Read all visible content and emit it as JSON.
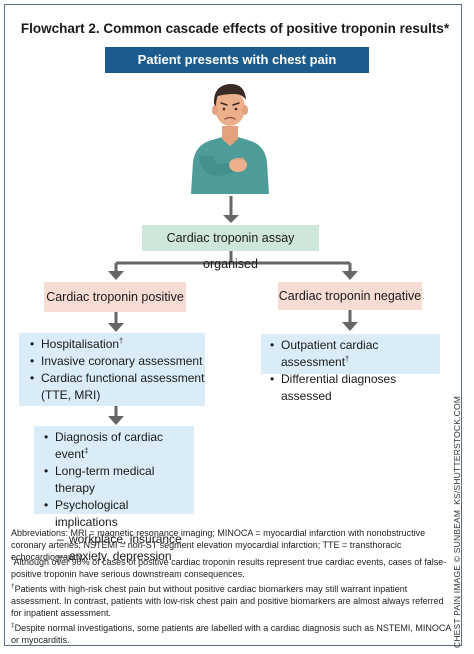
{
  "title": "Flowchart 2. Common cascade effects of positive troponin results*",
  "banner": "Patient presents with chest pain",
  "assay": "Cardiac troponin assay organised",
  "positive": "Cardiac troponin positive",
  "negative": "Cardiac troponin negative",
  "positive_list": {
    "hospitalisation": "Hospitalisation",
    "hospitalisation_mark": "†",
    "invasive": "Invasive coronary assessment",
    "functional": "Cardiac functional assessment",
    "functional_cont": "(TTE, MRI)"
  },
  "negative_list": {
    "outpatient": "Outpatient cardiac assessment",
    "outpatient_mark": "†",
    "differential": "Differential diagnoses assessed"
  },
  "cascade_list": {
    "diagnosis": "Diagnosis of cardiac event",
    "diagnosis_mark": "‡",
    "therapy": "Long-term medical therapy",
    "psych": "Psychological implications",
    "sub1": "workplace, insurance",
    "sub2": "anxiety, depression"
  },
  "abbreviations": "Abbreviations: MRI = magnetic resonance imaging; MINOCA = myocardial infarction with nonobstructive coronary arteries; NSTEMI = non-ST segment elevation myocardial infarction; TTE = transthoracic echocardiography.",
  "notes": {
    "n1_mark": "*",
    "n1": "Although over 90% of cases of positive cardiac troponin results represent true cardiac events, cases of false-positive troponin have serious downstream consequences.",
    "n2_mark": "†",
    "n2": "Patients with high-risk chest pain but without positive cardiac biomarkers may still warrant inpatient assessment. In contrast, patients with low-risk chest pain and positive biomarkers are almost always referred for inpatient assessment.",
    "n3_mark": "‡",
    "n3": "Despite normal investigations, some patients are labelled with a cardiac diagnosis such as NSTEMI, MINOCA or myocarditis."
  },
  "credit": "CHEST PAIN IMAGE © SUNBEAM_KS/SHUTTERSTOCK.COM",
  "colors": {
    "banner": "#1c5b8d",
    "assay_box": "#cfe6da",
    "result_box": "#f7dcd3",
    "list_box": "#d9ecf7",
    "arrow": "#666666"
  }
}
